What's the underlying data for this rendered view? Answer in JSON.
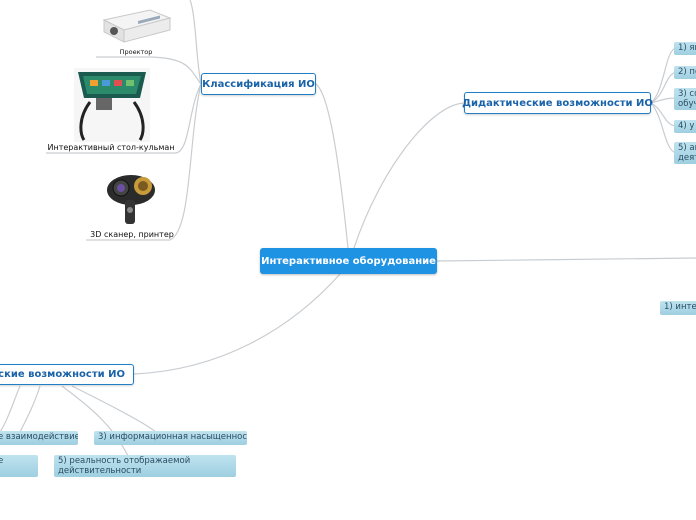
{
  "root": {
    "label": "Интерактивное оборудование"
  },
  "classification": {
    "label": "Классификация ИО",
    "items": [
      {
        "caption": "Проектор",
        "icon": "projector-icon"
      },
      {
        "caption": "Интерактивный стол-кульман",
        "icon": "drafting-table-icon"
      },
      {
        "caption": "3D сканер, принтер",
        "icon": "3d-scanner-icon"
      }
    ]
  },
  "didactic": {
    "label": "Дидактические возможности ИО",
    "items": [
      "1) яв",
      "2) по",
      "3) со\nобуч",
      "4) у",
      "5) ак\nдеят"
    ]
  },
  "right_branch": {
    "items": [
      "1) интер"
    ]
  },
  "bottom_branch": {
    "label": "ческие возможности ИО",
    "items": [
      "е взаимодействие",
      "3) информационная насыщенность",
      "е",
      "5) реальность отображаемой\nдействительности"
    ]
  },
  "colors": {
    "root": "#1f93e3",
    "border": "#1f7ec5",
    "leaf": "#a9d6e6",
    "line": "#c9cdd1"
  }
}
